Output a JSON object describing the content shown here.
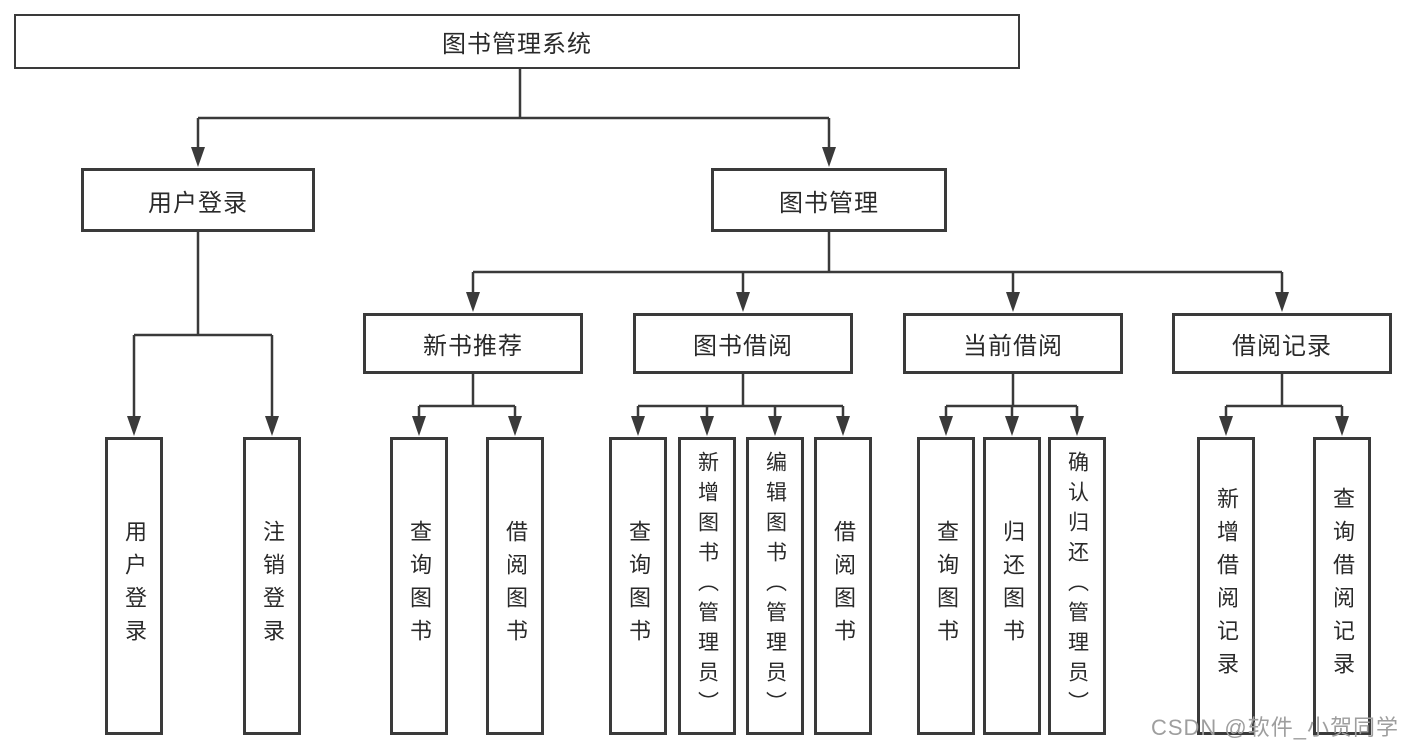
{
  "colors": {
    "line": "#3a3a3a",
    "text": "#2a2a2a",
    "background": "#ffffff",
    "watermark": "#9e9e9e"
  },
  "watermark": "CSDN @软件_小贺同学",
  "tree": {
    "root": {
      "label": "图书管理系统"
    },
    "branches": [
      {
        "label": "用户登录",
        "children": [
          {
            "label": "用户登录"
          },
          {
            "label": "注销登录"
          }
        ]
      },
      {
        "label": "图书管理",
        "children": [
          {
            "label": "新书推荐",
            "children": [
              {
                "label": "查询图书"
              },
              {
                "label": "借阅图书"
              }
            ]
          },
          {
            "label": "图书借阅",
            "children": [
              {
                "label": "查询图书"
              },
              {
                "label": "新增图书（管理员）"
              },
              {
                "label": "编辑图书（管理员）"
              },
              {
                "label": "借阅图书"
              }
            ]
          },
          {
            "label": "当前借阅",
            "children": [
              {
                "label": "查询图书"
              },
              {
                "label": "归还图书"
              },
              {
                "label": "确认归还（管理员）"
              }
            ]
          },
          {
            "label": "借阅记录",
            "children": [
              {
                "label": "新增借阅记录"
              },
              {
                "label": "查询借阅记录"
              }
            ]
          }
        ]
      }
    ]
  }
}
